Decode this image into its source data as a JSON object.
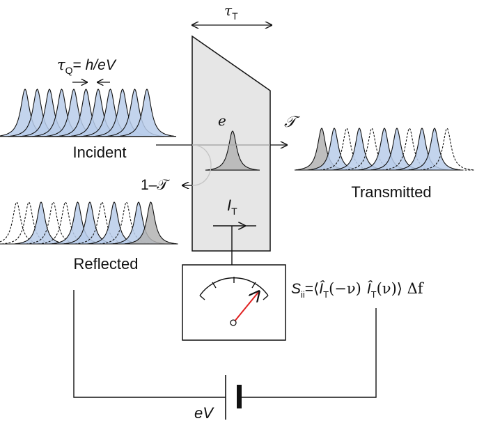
{
  "labels": {
    "tau_t": "τ",
    "tau_t_sub": "T",
    "tau_q": "τ",
    "tau_q_sub": "Q",
    "tau_q_eq": "= ",
    "tau_q_expr": "h/eV",
    "incident": "Incident",
    "reflected": "Reflected",
    "transmitted": "Transmitted",
    "electron": "e",
    "trans_coeff": "𝒯",
    "refl_coeff": "1–𝒯",
    "current": "I",
    "current_sub": "T",
    "noise_s": "S",
    "noise_sub": "ii",
    "noise_rhs_1": "=⟨",
    "noise_i1": "Î",
    "noise_i1_sub": "T",
    "noise_arg1": "(−ν)",
    "noise_i2": "Î",
    "noise_i2_sub": "T",
    "noise_arg2": "(ν)⟩ Δf",
    "battery": "eV"
  },
  "colors": {
    "pulse_fill": "#b9cdea",
    "gray_pulse_fill": "#b3b3b3",
    "barrier_fill": "#e6e6e6",
    "needle": "#e02020",
    "stroke": "#111111"
  }
}
